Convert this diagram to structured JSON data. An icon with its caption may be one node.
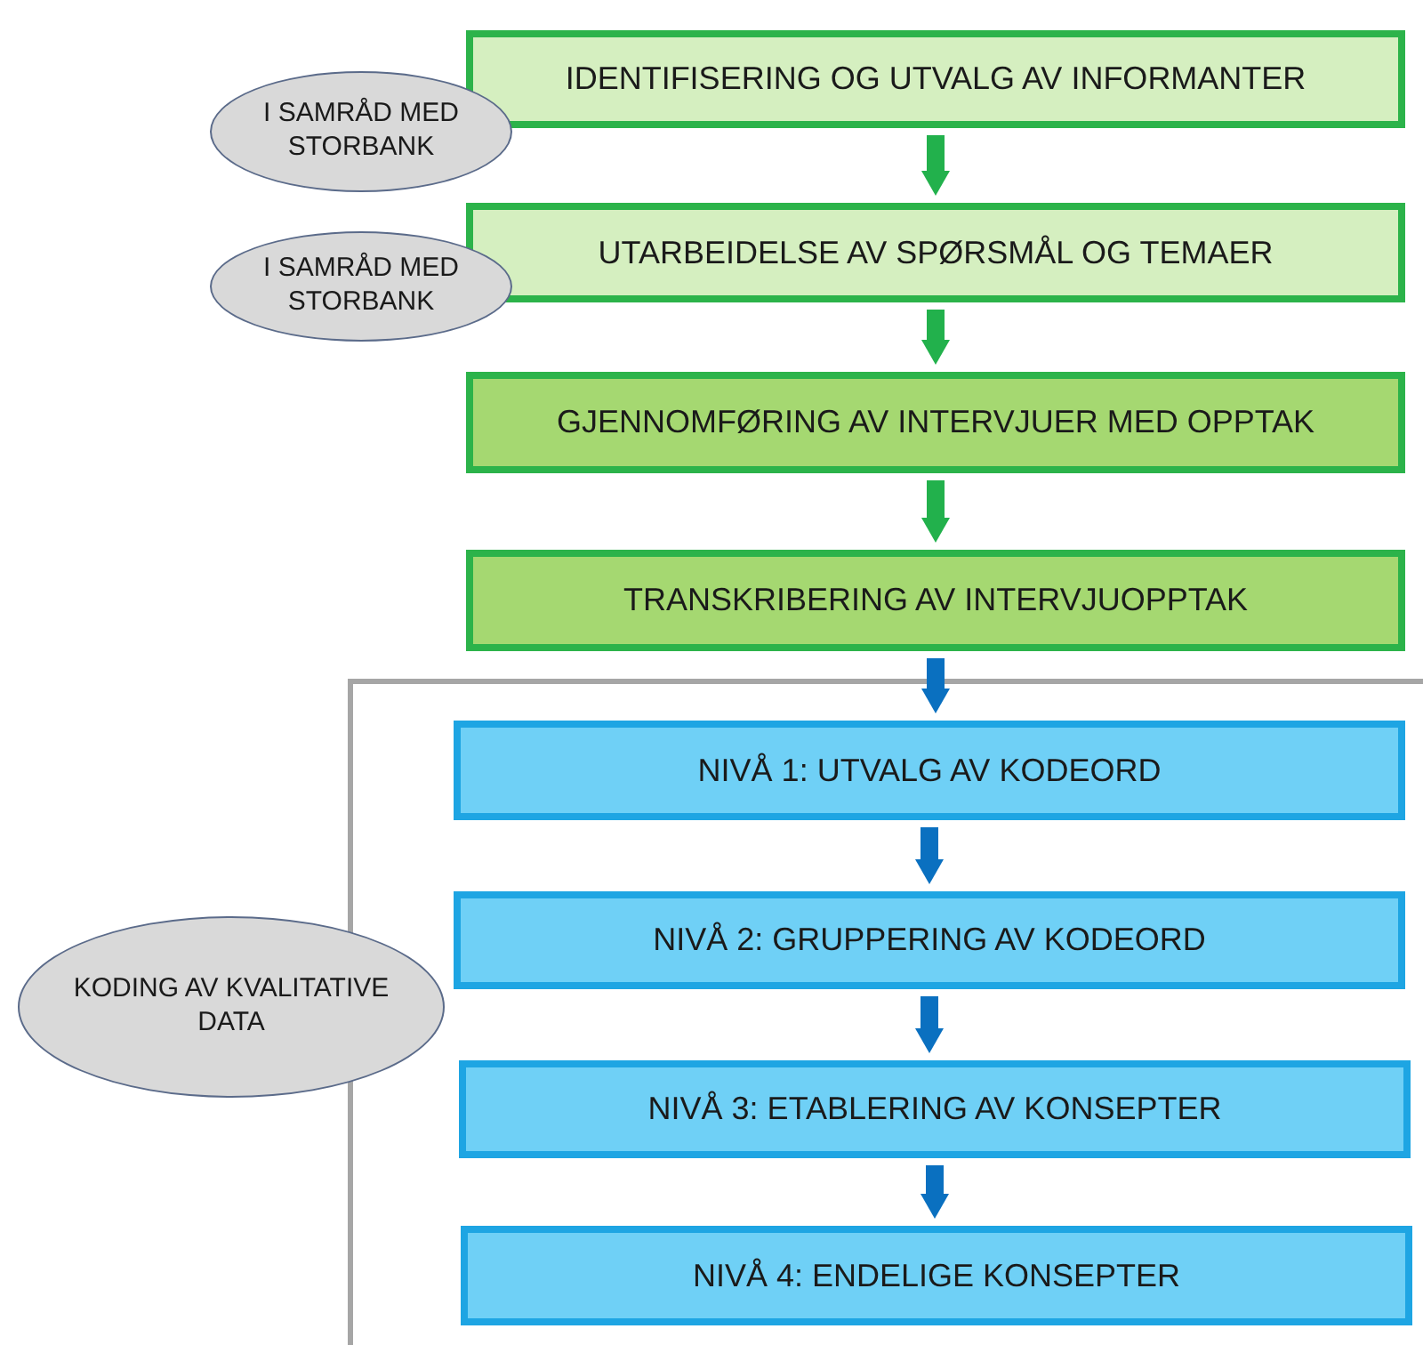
{
  "diagram": {
    "nodes": [
      {
        "text": [
          "I SAMRÅD MED STORBANK"
        ]
      },
      {
        "text": [
          "IDENTIFISERING  OG UTVALG AV INFORMANTER"
        ]
      },
      {
        "text": [
          "I SAMRÅD MED STORBANK"
        ]
      },
      {
        "text": [
          "UTARBEIDELSE AV SPØRSMÅL OG TEMAER"
        ]
      },
      {
        "text": [
          "GJENNOMFØRING AV INTERVJUER MED OPPTAK"
        ]
      },
      {
        "text": [
          "TRANSKRIBERING AV INTERVJUOPPTAK"
        ]
      },
      {
        "text": [
          "KODING AV KVALITATIVE DATA"
        ]
      },
      {
        "text": [
          "NIVÅ 1: UTVALG AV KODEORD"
        ]
      },
      {
        "text": [
          "NIVÅ 2: GRUPPERING AV KODEORD"
        ]
      },
      {
        "text": [
          "NIVÅ 3: ETABLERING AV KONSEPTER"
        ]
      },
      {
        "text": [
          "NIVÅ 4: ENDELIGE KONSEPTER"
        ]
      }
    ],
    "edges": [
      {
        "from": 1,
        "to": 3,
        "arrow": "to",
        "color": "#22b14c"
      },
      {
        "from": 3,
        "to": 4,
        "arrow": "to",
        "color": "#22b14c"
      },
      {
        "from": 4,
        "to": 5,
        "arrow": "to",
        "color": "#22b14c"
      },
      {
        "from": 5,
        "to": 7,
        "arrow": "to"
      },
      {
        "from": 7,
        "to": 8,
        "arrow": "to"
      },
      {
        "from": 8,
        "to": 9,
        "arrow": "to"
      },
      {
        "from": 9,
        "to": 10,
        "arrow": "to"
      }
    ]
  }
}
